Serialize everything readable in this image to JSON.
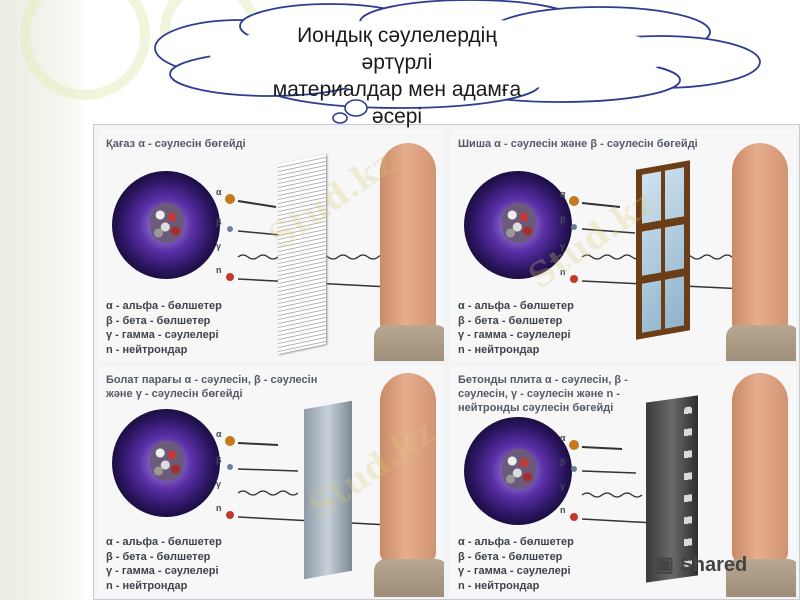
{
  "heading": {
    "line1": "Иондық сәулелердің әртүрлі",
    "line2": "материалдар мен адамға",
    "line3": "әсері"
  },
  "panels": [
    {
      "title": "Қағаз α - сәулесін бөгейді",
      "legend": [
        "α - альфа - бөлшетер",
        "β - бета - бөлшетер",
        "γ - гамма - сәулелері",
        "n - нейтрондар"
      ],
      "barrier": "paper"
    },
    {
      "title": "Шиша α - сәулесін және β - сәулесін бөгейді",
      "legend": [
        "α - альфа - бөлшетер",
        "β - бета - бөлшетер",
        "γ - гамма - сәулелері",
        "n - нейтрондар"
      ],
      "barrier": "glass-window"
    },
    {
      "title": "Болат парағы α - сәулесін, β - сәулесін және γ - сәулесін бөгейді",
      "legend": [
        "α - альфа - бөлшетер",
        "β - бета - бөлшетер",
        "γ - гамма - сәулелері",
        "n - нейтрондар"
      ],
      "barrier": "steel-sheet"
    },
    {
      "title": "Бетонды плита α - сәулесін, β - сәулесін, γ - сәулесін және n - нейтронды сәулесін бөгейді",
      "legend": [
        "α - альфа - бөлшетер",
        "β - бета - бөлшетер",
        "γ - гамма - сәулелері",
        "n - нейтрондар"
      ],
      "barrier": "concrete-slab"
    }
  ],
  "ray_symbols": {
    "alpha": "α",
    "beta": "β",
    "gamma": "γ",
    "neutron": "n"
  },
  "watermark": {
    "text": "Stud.kz",
    "brand": "Shared"
  },
  "colors": {
    "cloud_stroke": "#2f3d8f",
    "alpha_dot": "#c0392b",
    "ray": "#333333"
  }
}
